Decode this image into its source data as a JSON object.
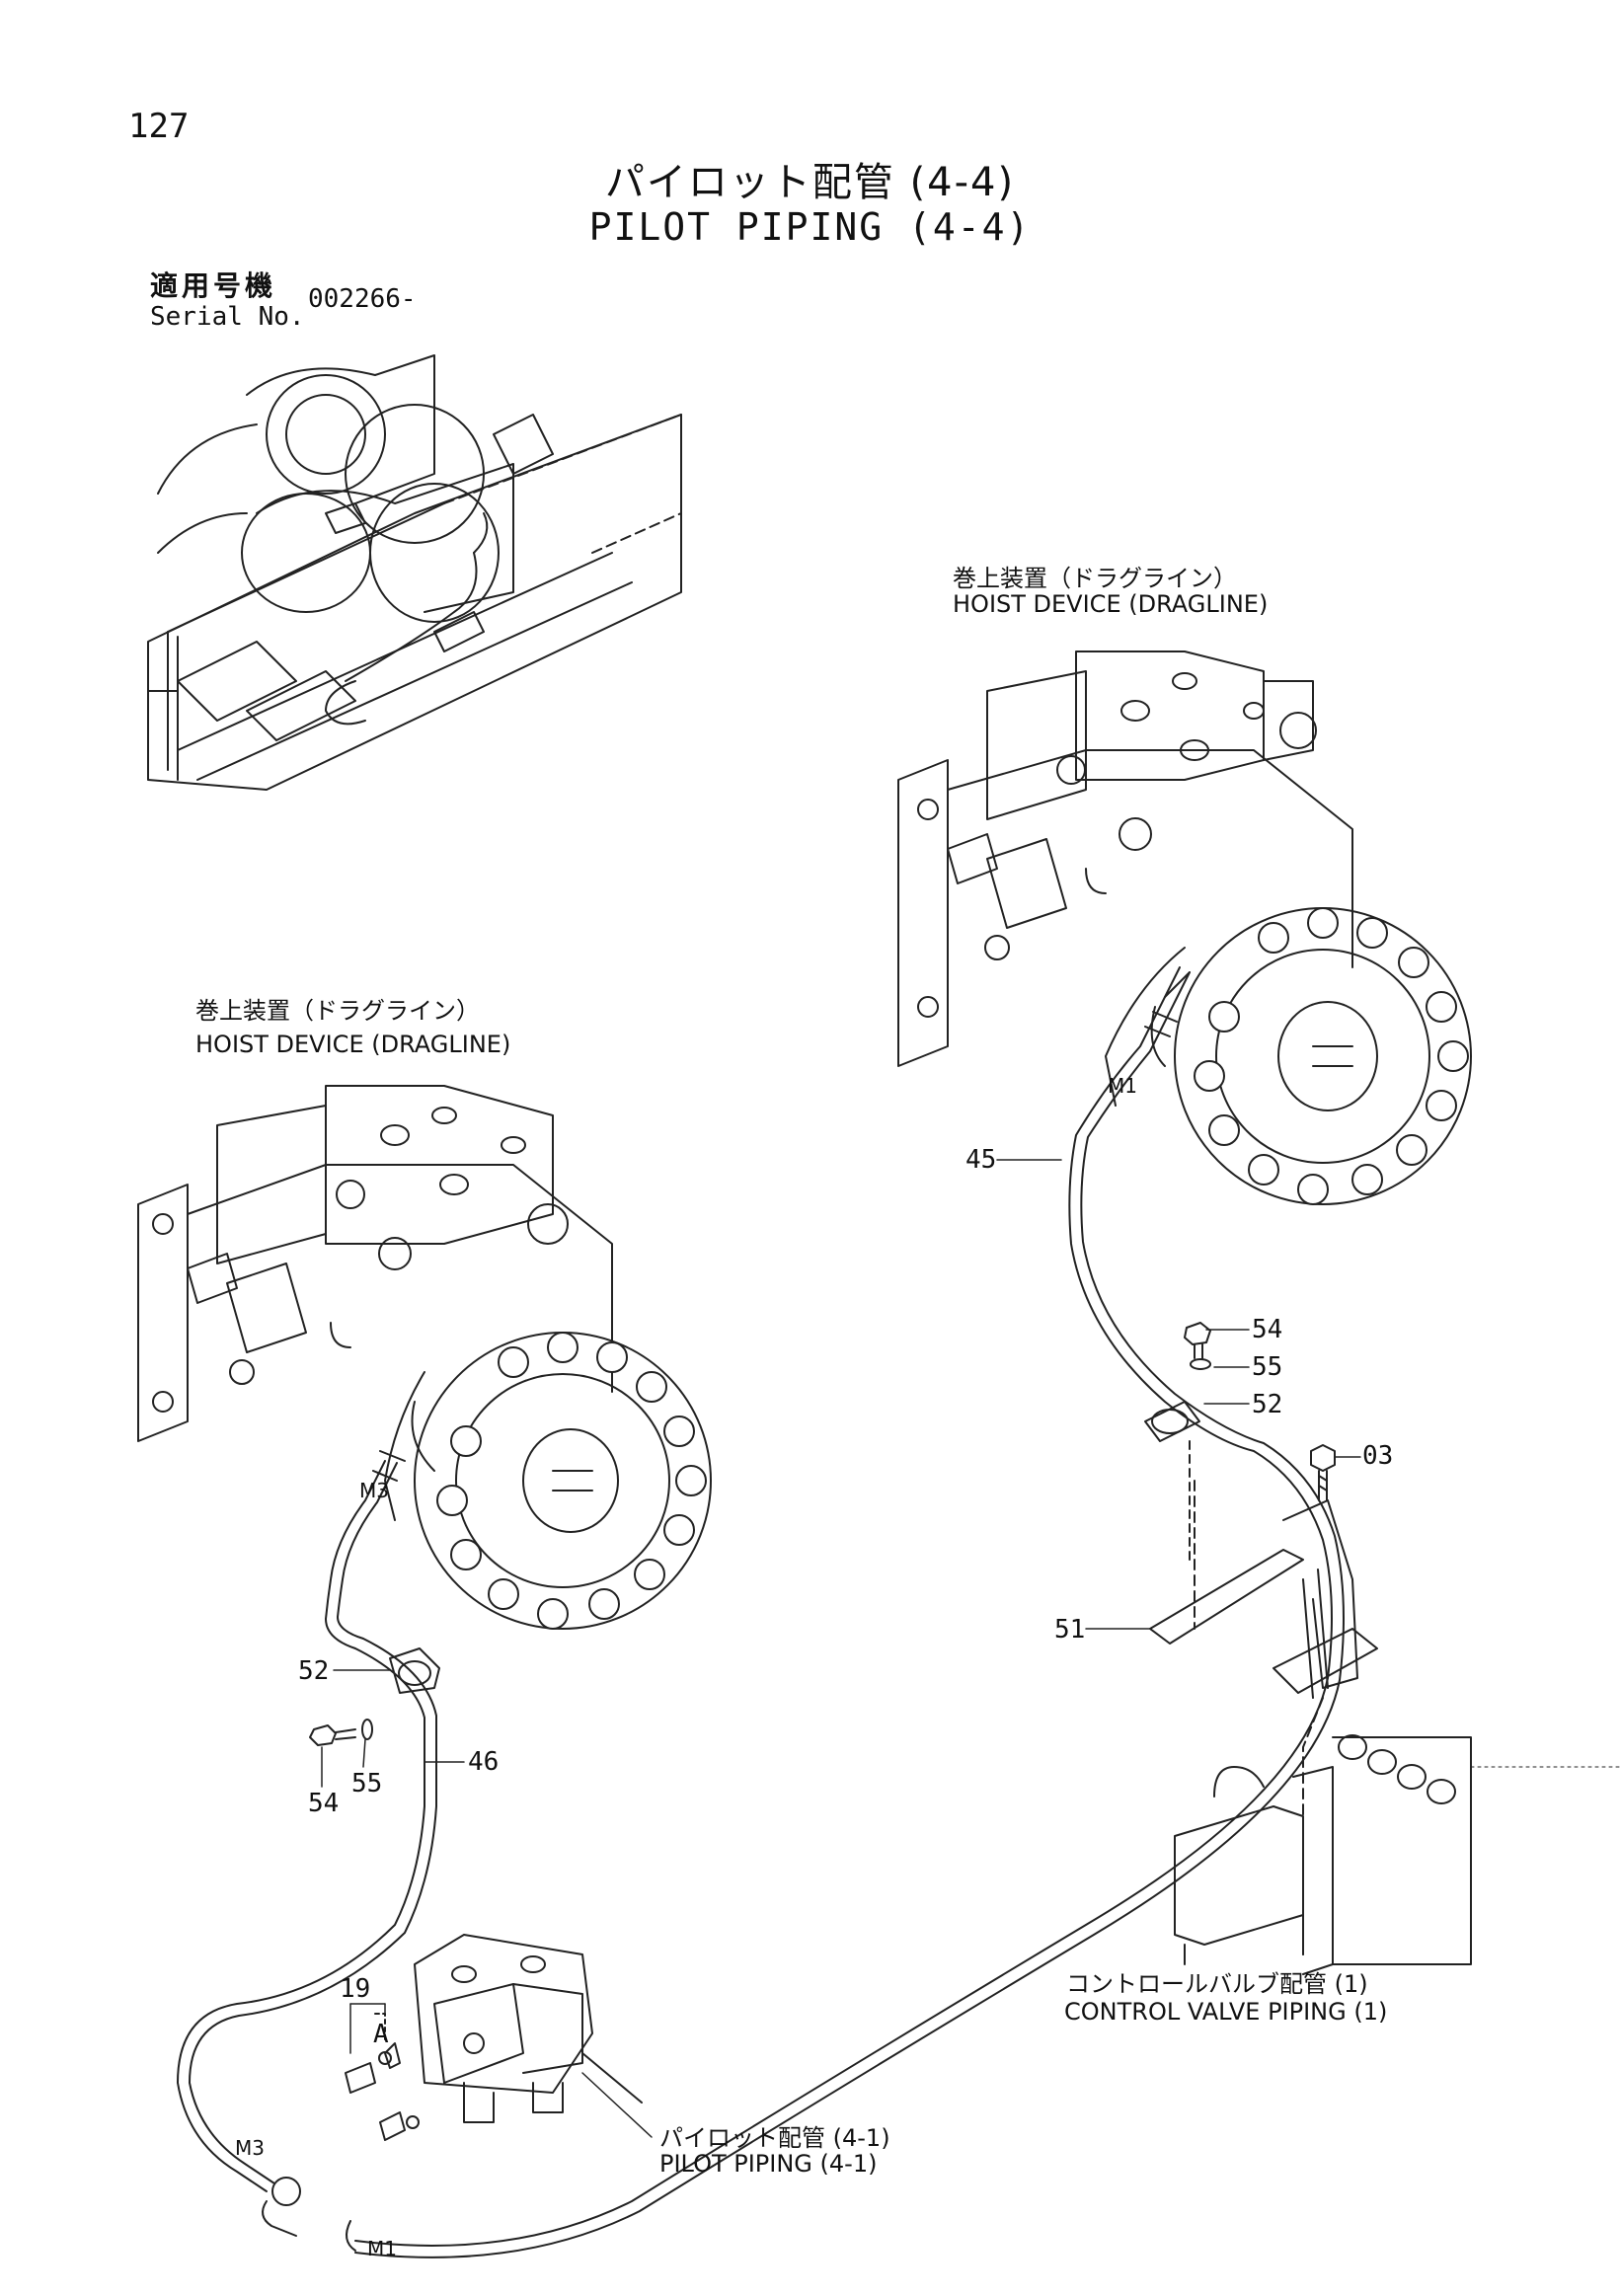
{
  "page_number": "127",
  "title": {
    "jp": "パイロット配管 (4-4)",
    "en": "PILOT PIPING (4-4)"
  },
  "serial": {
    "jp_label": "適用号機",
    "en_label": "Serial No.",
    "value": "002266-"
  },
  "labels": {
    "hoist_right_jp": "巻上装置（ドラグライン）",
    "hoist_right_en": "HOIST DEVICE (DRAGLINE)",
    "hoist_left_jp": "巻上装置（ドラグライン）",
    "hoist_left_en": "HOIST DEVICE (DRAGLINE)",
    "control_valve_jp": "コントロールバルブ配管 (1)",
    "control_valve_en": "CONTROL VALVE PIPING (1)",
    "pilot_4_1_jp": "パイロット配管 (4-1)",
    "pilot_4_1_en": "PILOT PIPING (4-1)"
  },
  "port_tags": {
    "m1_top": "M1",
    "m3_top": "M3",
    "m3_bottom": "M3",
    "m1_bottom": "M1",
    "a": "A"
  },
  "part_numbers": {
    "p45": "45",
    "p54_right": "54",
    "p55_right": "55",
    "p52_right": "52",
    "p03": "03",
    "p51": "51",
    "p52_left": "52",
    "p46": "46",
    "p54_left": "54",
    "p55_left": "55",
    "p19": "19"
  }
}
